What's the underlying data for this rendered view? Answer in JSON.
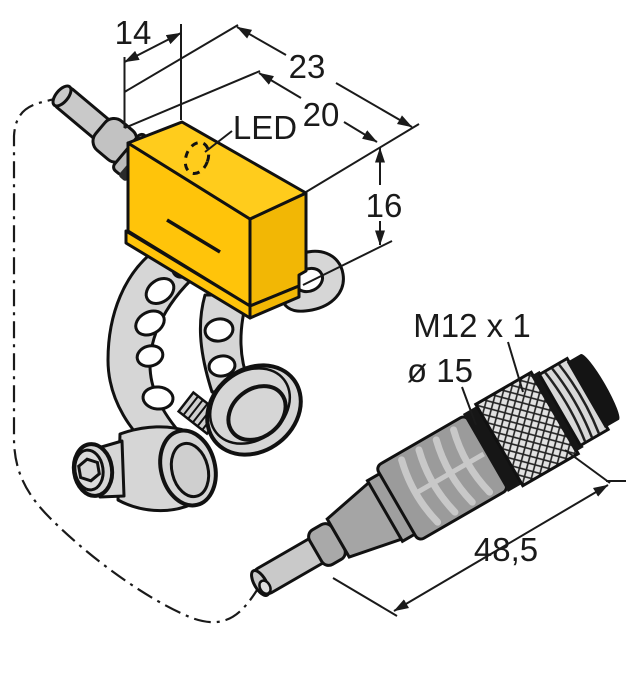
{
  "drawing": {
    "title": "sensor-dimension-drawing",
    "units": "mm",
    "labels": {
      "dim_cable_side": "14",
      "dim_body_length": "23",
      "dim_body_top": "20",
      "dim_body_height": "16",
      "led": "LED",
      "thread": "M12 x 1",
      "connector_diameter": "ø 15",
      "connector_length": "48,5"
    },
    "colors": {
      "sensor_yellow_top": "#FFCC1C",
      "sensor_yellow_front": "#FFC40A",
      "sensor_yellow_side": "#F2B705",
      "outline_black": "#111111",
      "clamp_grey": "#D6D6D6",
      "connector_grip_grey": "#9B9B9B",
      "cable_grey": "#C9C9C9"
    },
    "parts": [
      "sensor-body",
      "led-indicator",
      "mounting-clamp-strap",
      "clamp-screw",
      "pigtail-cable",
      "m12-connector",
      "cable-route"
    ]
  }
}
